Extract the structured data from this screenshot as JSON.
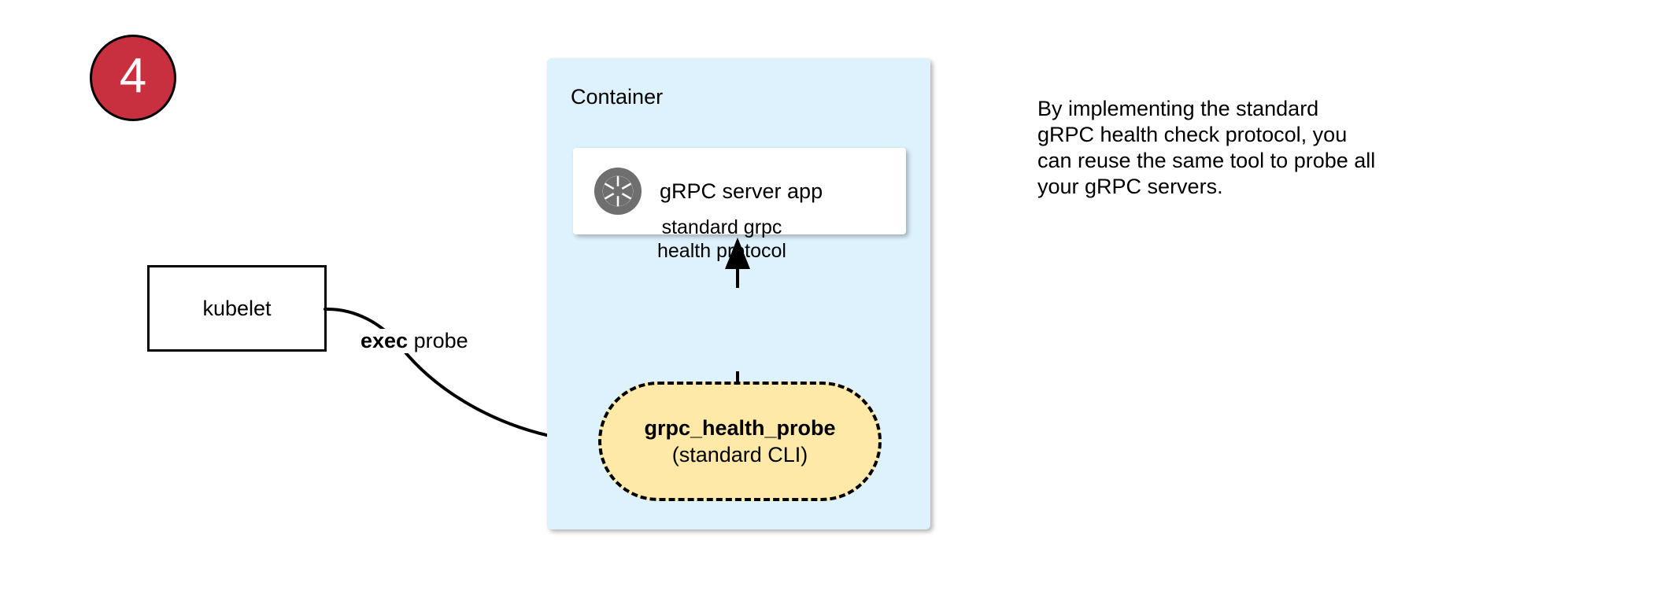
{
  "step": {
    "number": "4"
  },
  "kubelet": {
    "label": "kubelet"
  },
  "container": {
    "title": "Container",
    "fill_color": "#ddf2fc"
  },
  "server_app": {
    "label": "gRPC server app",
    "icon": "aperture-icon",
    "icon_color": "#6f6f6f"
  },
  "protocol_arrow": {
    "line1": "standard grpc",
    "line2": "health protocol"
  },
  "probe": {
    "title": "grpc_health_probe",
    "subtitle": "(standard CLI)",
    "fill_color": "#ffe9a8"
  },
  "exec_edge": {
    "label_bold": "exec",
    "label_rest": " probe"
  },
  "caption": {
    "line1": "By implementing the standard",
    "line2": "gRPC health check protocol, you",
    "line3": "can reuse the same tool to probe all",
    "line4": "your gRPC servers."
  },
  "colors": {
    "badge_red": "#c9303f",
    "container_blue": "#ddf2fc",
    "probe_yellow": "#ffe9a8",
    "icon_gray": "#6f6f6f",
    "stroke_black": "#000000"
  }
}
